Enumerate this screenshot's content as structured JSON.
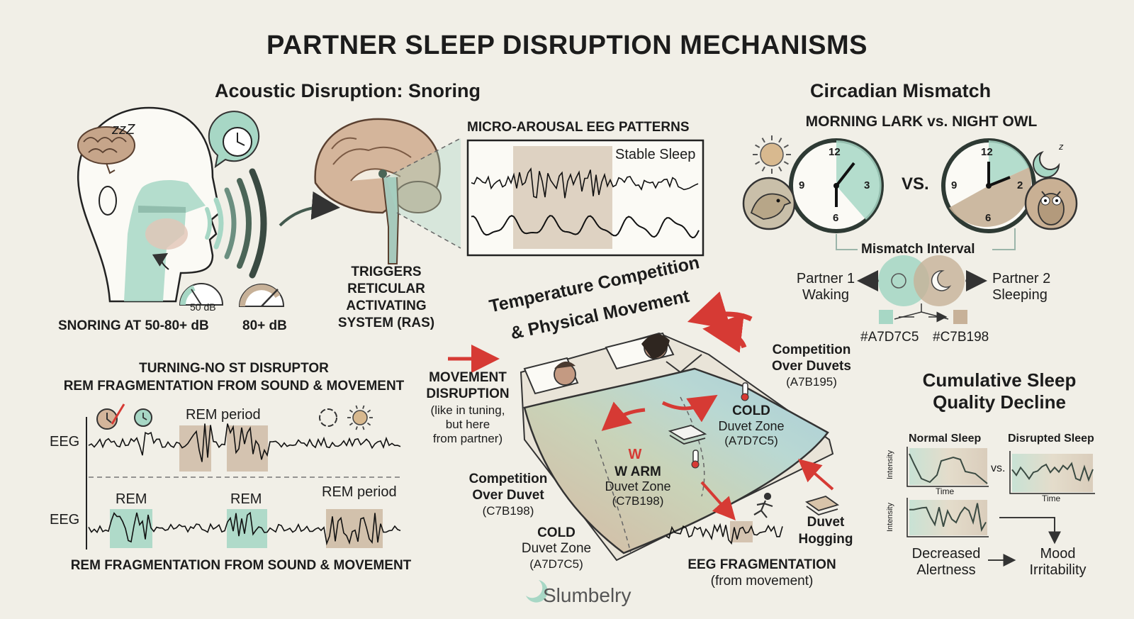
{
  "title": "PARTNER SLEEP DISRUPTION MECHANISMS",
  "colors": {
    "mint": "#A7D7C5",
    "tan": "#C7B198",
    "blue": "#A7B195",
    "arrow": "#d63a34",
    "ink": "#1c1c1c"
  },
  "acoustic": {
    "heading": "Acoustic Disruption: Snoring",
    "snore_zzz": "zzZ",
    "meter1": "50 dB",
    "snoring_caption": "SNORING AT 50-80+ dB",
    "meter_caption": "80+ dB",
    "ras": [
      "TRIGGERS",
      "RETICULAR",
      "ACTIVATING",
      "SYSTEM (RAS)"
    ],
    "eeg_heading": "MICRO-AROUSAL EEG PATTERNS",
    "stable_sleep": "Stable Sleep"
  },
  "circadian": {
    "heading": "Circadian Mismatch",
    "subheading": "MORNING LARK vs. NIGHT OWL",
    "clock_nums": [
      "12",
      "3",
      "6",
      "9"
    ],
    "clock2_nums": [
      "12",
      "2",
      "6",
      "9"
    ],
    "vs": "VS.",
    "zz": "z",
    "mismatch_interval": "Mismatch Interval",
    "partner1": [
      "Partner 1",
      "Waking"
    ],
    "partner2": [
      "Partner 2",
      "Sleeping"
    ],
    "hex_mint": "#A7D7C5",
    "hex_tan": "#C7B198"
  },
  "rem": {
    "heading1": "TURNING-NO ST DISRUPTOR",
    "heading2": "REM FRAGMENTATION FROM SOUND & MOVEMENT",
    "eeg_label": "EEG",
    "rem_period": "REM period",
    "rem": "REM",
    "caption": "REM FRAGMENTATION FROM SOUND & MOVEMENT"
  },
  "temperature": {
    "heading": [
      "Temperature Competition",
      "& Physical Movement"
    ],
    "movement": [
      "MOVEMENT",
      "DISRUPTION"
    ],
    "movement_note": [
      "(like in tuning,",
      "but here",
      "from partner)"
    ],
    "competition_duvets": [
      "Competition",
      "Over Duvets"
    ],
    "code_blue": "(A7B195)",
    "cold_top": "COLD",
    "duvet_zone": "Duvet Zone",
    "code_mint": "(A7D7C5)",
    "warm_glyph": "W",
    "warm": "W ARM",
    "code_tan": "(C7B198)",
    "competition_duvet": [
      "Competition",
      "Over Duvet"
    ],
    "cold_bottom": "COLD",
    "duvet_hogging": [
      "Duvet",
      "Hogging"
    ],
    "eeg_frag": "EEG FRAGMENTATION",
    "eeg_frag_note": "(from movement)"
  },
  "cumulative": {
    "heading": [
      "Cumulative Sleep",
      "Quality Decline"
    ],
    "normal": "Normal Sleep",
    "disrupted": "Disrupted Sleep",
    "intensity": "Intensity",
    "time": "Time",
    "vs": "vs.",
    "alertness": [
      "Decreased",
      "Alertness"
    ],
    "mood": [
      "Mood",
      "Irritability"
    ]
  },
  "brand": "Slumbelry"
}
